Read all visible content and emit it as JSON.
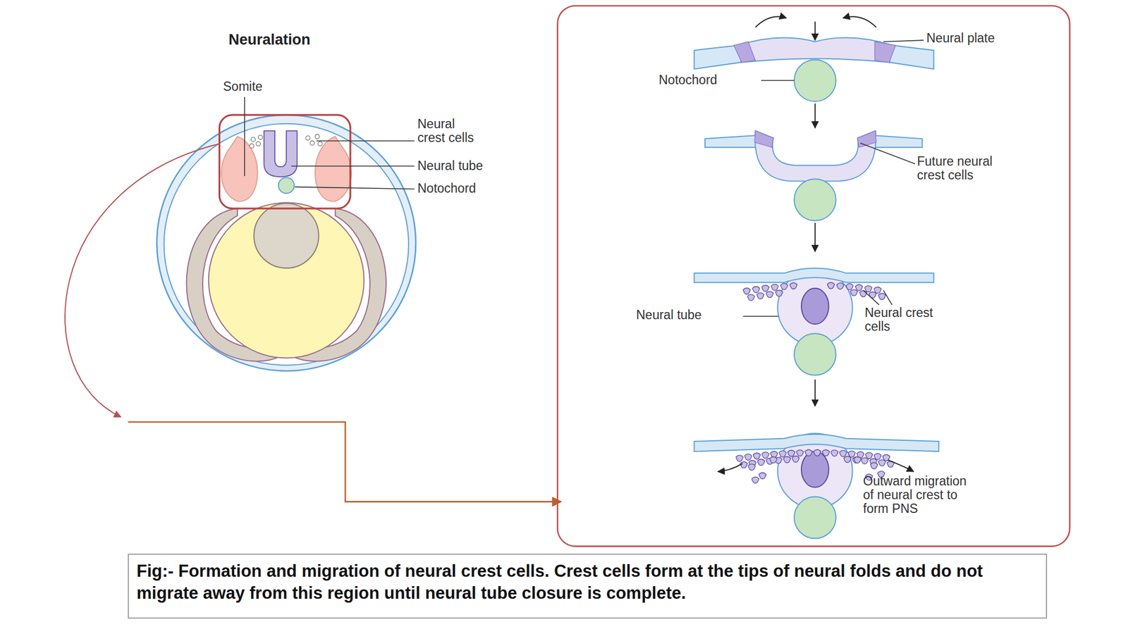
{
  "diagram": {
    "title": "Neuralation",
    "caption": "Fig:- Formation and migration of neural crest cells. Crest cells form at the tips of neural folds and do not migrate away from this region until neural tube closure is complete.",
    "labels": [
      "Somite",
      "Neural crest cells",
      "Neural tube",
      "Notochord",
      "Neural plate",
      "Notochord",
      "Future neural crest cells",
      "Neural tube",
      "Neural crest cells",
      "Outward migration of neural crest to form PNS"
    ]
  }
}
